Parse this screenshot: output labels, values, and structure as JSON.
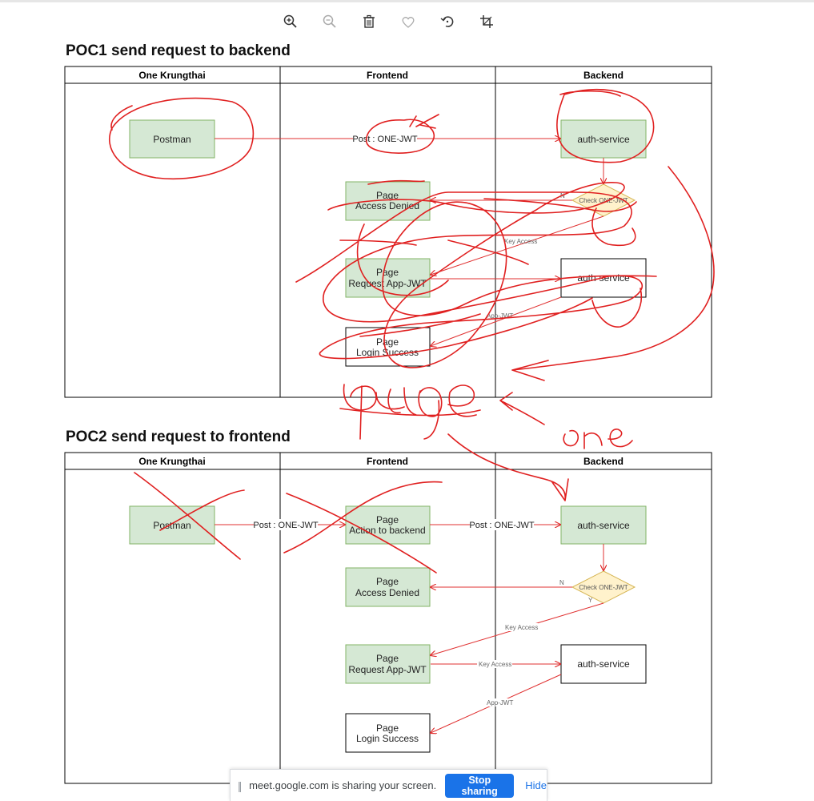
{
  "toolbar": {
    "buttons": [
      {
        "icon": "zoom-in-icon"
      },
      {
        "icon": "zoom-out-icon"
      },
      {
        "icon": "trash-icon"
      },
      {
        "icon": "heart-icon"
      },
      {
        "icon": "rotate-icon"
      },
      {
        "icon": "crop-icon"
      }
    ]
  },
  "diagram1": {
    "title": "POC1 send request to backend",
    "lanes": [
      "One Krungthai",
      "Frontend",
      "Backend"
    ],
    "nodes": {
      "postman": "Postman",
      "auth_service": "auth-service",
      "access_denied": [
        "Page",
        "Access Denied"
      ],
      "request_app_jwt": [
        "Page",
        "Request App-JWT"
      ],
      "auth_service_2": "auth-service",
      "login_success": [
        "Page",
        "Login Success"
      ],
      "check": "Check ONE-JWT"
    },
    "edges": {
      "post": "Post : ONE-JWT",
      "n": "N",
      "key_access": "Key Access",
      "app_jwt": "App-JWT"
    }
  },
  "diagram2": {
    "title": "POC2 send request to frontend",
    "lanes": [
      "One Krungthai",
      "Frontend",
      "Backend"
    ],
    "nodes": {
      "postman": "Postman",
      "action_backend": [
        "Page",
        "Action to backend"
      ],
      "auth_service": "auth-service",
      "access_denied": [
        "Page",
        "Access Denied"
      ],
      "check": "Check ONE-JWT",
      "request_app_jwt": [
        "Page",
        "Request App-JWT"
      ],
      "auth_service_2": "auth-service",
      "login_success": [
        "Page",
        "Login Success"
      ]
    },
    "edges": {
      "post_1": "Post : ONE-JWT",
      "post_2": "Post : ONE-JWT",
      "n": "N",
      "y": "Y",
      "key_access_1": "Key Access",
      "key_access_2": "Key Access",
      "app_jwt": "App-JWT"
    }
  },
  "annotations": {
    "word_1": "page",
    "word_2": "one",
    "color": "#e02020"
  },
  "share_bar": {
    "message": "meet.google.com is sharing your screen.",
    "stop_label": "Stop sharing",
    "hide_label": "Hide",
    "accent": "#1a73e8"
  }
}
